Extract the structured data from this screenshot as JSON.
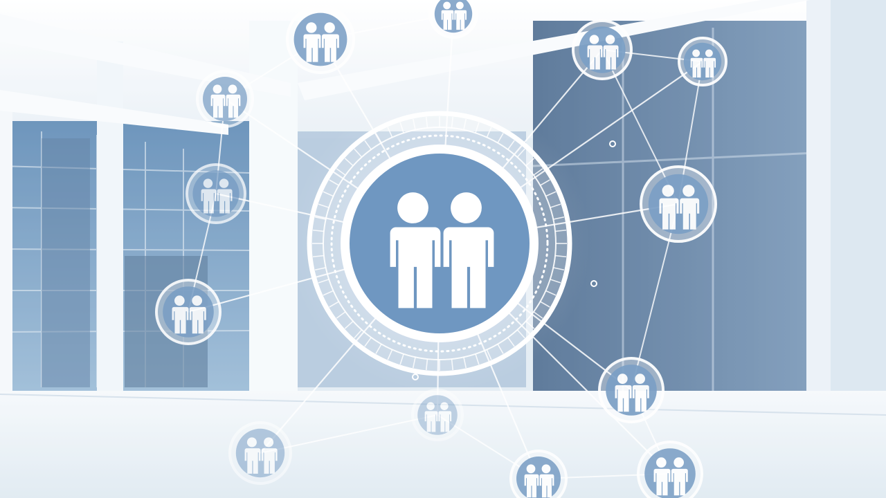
{
  "scene": {
    "description_free": true,
    "palette": {
      "sky_window": "#5f8fb8",
      "deep_window": "#3f6489",
      "wall_white": "#f2f6fa",
      "floor": "#e9f1f7",
      "hub_fill": "#6f97c1",
      "node_fill": "#7fa2c7",
      "line": "#ffffff"
    },
    "hub_icon": "two-people-icon",
    "node_icon": "two-people-icon",
    "network": {
      "hub": {
        "id": "hub"
      },
      "nodes": [
        {
          "id": "n1"
        },
        {
          "id": "n2"
        },
        {
          "id": "n3"
        },
        {
          "id": "n4"
        },
        {
          "id": "n5"
        },
        {
          "id": "n6"
        },
        {
          "id": "n7"
        },
        {
          "id": "n8"
        },
        {
          "id": "n9"
        },
        {
          "id": "n10"
        },
        {
          "id": "n11"
        },
        {
          "id": "n12"
        },
        {
          "id": "n13"
        }
      ]
    }
  }
}
